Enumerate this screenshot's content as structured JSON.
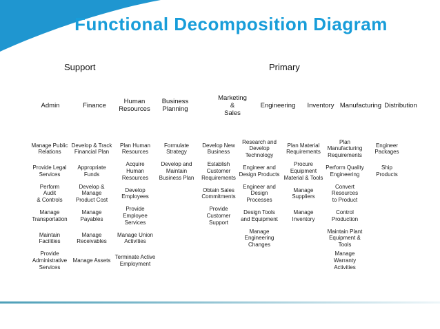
{
  "title": "Functional Decomposition Diagram",
  "sections": {
    "support": "Support",
    "primary": "Primary"
  },
  "colors": {
    "title_blue": "#189dd9",
    "swoosh_blue": "#1f96d0",
    "divider_start": "#4d9fb8",
    "divider_mid": "#8fc2d2",
    "divider_end": "#eef6f9",
    "text": "#1a1a1a"
  },
  "columns": [
    {
      "header": "Admin",
      "items": [
        "Manage Public\nRelations",
        "Provide Legal\nServices",
        "Perform\nAudit\n& Controls",
        "Manage\nTransportation",
        "Maintain\nFacilities",
        "Provide\nAdministrative\nServices"
      ]
    },
    {
      "header": "Finance",
      "items": [
        "Develop & Track\nFinancial Plan",
        "Appropriate\nFunds",
        "Develop &\nManage\nProduct Cost",
        "Manage\nPayables",
        "Manage\nReceivables",
        "Manage Assets"
      ]
    },
    {
      "header": "Human\nResources",
      "items": [
        "Plan Human\nResources",
        "Acquire\nHuman\nResources",
        "Develop\nEmployees",
        "Provide\nEmployee\nServices",
        "Manage Union\nActivities",
        "Terminate Active\nEmployment"
      ]
    },
    {
      "header": "Business\nPlanning",
      "items": [
        "Formulate\nStrategy",
        "Develop and\nMaintain\nBusiness Plan"
      ]
    },
    {
      "header": "Marketing\n&\nSales",
      "items": [
        "Develop New\nBusiness",
        "Establish\nCustomer\nRequirements",
        "Obtain Sales\nCommitments",
        "Provide\nCustomer\nSupport"
      ]
    },
    {
      "header": "Engineering",
      "items": [
        "Research and\nDevelop\nTechnology",
        "Engineer and\nDesign Products",
        "Engineer and\nDesign\nProcesses",
        "Design Tools\nand Equipment",
        "Manage\nEngineering\nChanges"
      ]
    },
    {
      "header": "Inventory",
      "items": [
        "Plan Material\nRequirements",
        "Procure\nEquipment\nMaterial & Tools",
        "Manage\nSuppliers",
        "Manage\nInventory"
      ]
    },
    {
      "header": "Manufacturing",
      "items": [
        "Plan\nManufacturing\nRequirements",
        "Perform Quality\nEngineering",
        "Convert\nResources\nto Product",
        "Control\nProduction",
        "Maintain Plant\nEquipment &\nTools",
        "Manage\nWarranty\nActivities"
      ]
    },
    {
      "header": "Distribution",
      "items": [
        "Engineer\nPackages",
        "Ship\nProducts"
      ]
    }
  ]
}
